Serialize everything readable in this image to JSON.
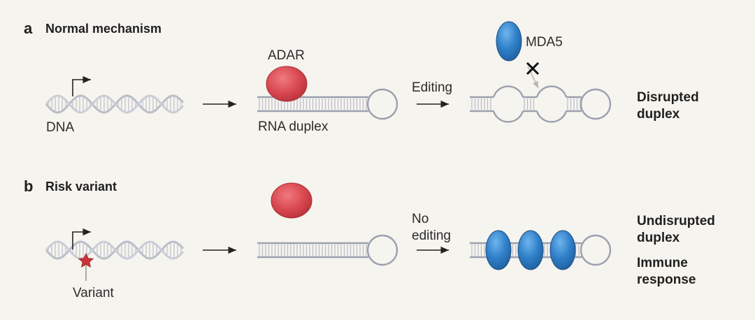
{
  "panels": [
    {
      "letter": "a",
      "title": "Normal mechanism",
      "labels": {
        "dna": "DNA",
        "adar": "ADAR",
        "rna_duplex": "RNA duplex",
        "editing": "Editing",
        "mda5": "MDA5",
        "outcome_line1": "Disrupted",
        "outcome_line2": "duplex"
      }
    },
    {
      "letter": "b",
      "title": "Risk variant",
      "labels": {
        "variant": "Variant",
        "no": "No",
        "editing": "editing",
        "outcome_line1": "Undisrupted",
        "outcome_line2": "duplex",
        "result_line1": "Immune",
        "result_line2": "response"
      }
    }
  ],
  "colors": {
    "background": "#f6f4ee",
    "dna_strand": "#b8bdc8",
    "rna_strand": "#9aa0ae",
    "adar_red": "#d9474f",
    "mda5_blue": "#2f7fc8",
    "variant_star": "#c8343c",
    "arrow": "#222222"
  },
  "icons": {
    "dna": "dna-helix-icon",
    "adar": "adar-protein-icon",
    "mda5": "mda5-protein-icon",
    "variant": "star-icon",
    "block": "cross-icon"
  }
}
